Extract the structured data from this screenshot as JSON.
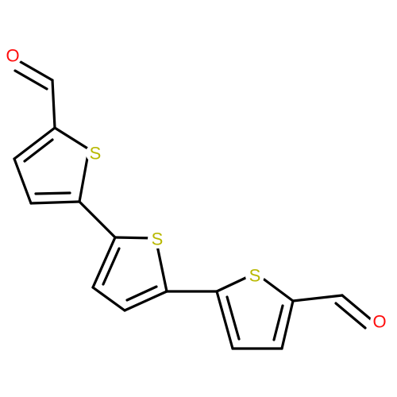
{
  "molecule": {
    "atoms": [
      {
        "id": "O1",
        "symbol": "O",
        "color": "#ff0d0d"
      },
      {
        "id": "S1",
        "symbol": "S",
        "color": "#b8b800"
      },
      {
        "id": "S2",
        "symbol": "S",
        "color": "#b8b800"
      },
      {
        "id": "S3",
        "symbol": "S",
        "color": "#b8b800"
      },
      {
        "id": "O2",
        "symbol": "O",
        "color": "#ff0d0d"
      }
    ],
    "bond_color": "#000000"
  }
}
